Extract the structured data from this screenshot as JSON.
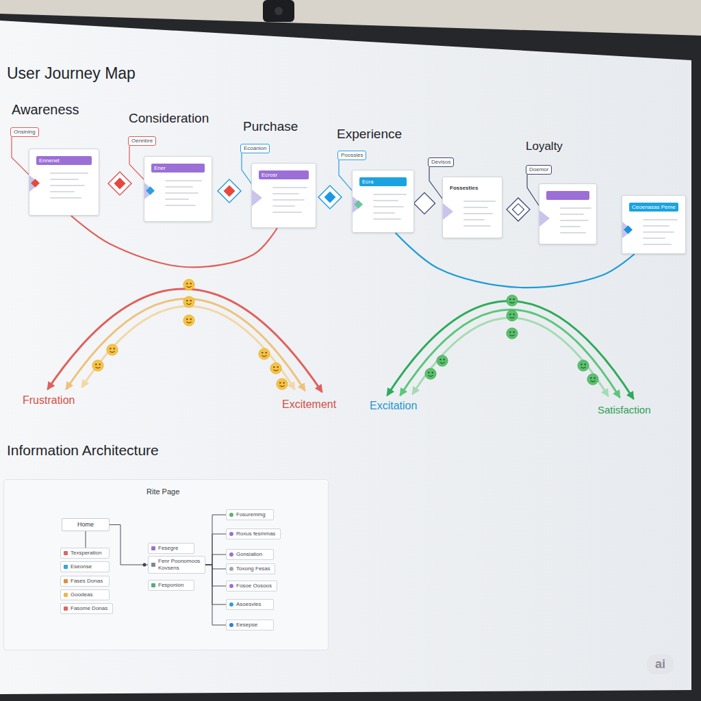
{
  "diagram": {
    "title": "User Journey Map",
    "nodes": [
      {
        "text": [
          "Onsining",
          "Ennenet"
        ]
      },
      {
        "text": [
          "Oennbre",
          "Ener"
        ]
      },
      {
        "text": [
          "Ecoanion",
          "Ecrosr"
        ]
      },
      {
        "text": [
          "Poossies",
          "Ecra"
        ]
      },
      {
        "text": [
          "Devisos",
          "Fossesties"
        ]
      },
      {
        "text": [
          "Doemor"
        ]
      },
      {
        "text": [
          "Ceoenasas Peme"
        ]
      },
      {
        "text": [
          "Rite Page"
        ]
      },
      {
        "text": [
          "Home"
        ],
        "in": 7
      },
      {
        "text": [
          "Texsperation"
        ],
        "in": 7
      },
      {
        "text": [
          "Eseonse"
        ],
        "in": 7
      },
      {
        "text": [
          "Fases Donas"
        ],
        "in": 7
      },
      {
        "text": [
          "Goodeas"
        ],
        "in": 7
      },
      {
        "text": [
          "Fasome Donas"
        ],
        "in": 7
      },
      {
        "text": [
          "Fesegre"
        ],
        "in": 7
      },
      {
        "text": [
          "Fenr Poonomoos",
          "Kovsens"
        ],
        "in": 7
      },
      {
        "text": [
          "Fesponion"
        ],
        "in": 7
      },
      {
        "text": [
          "Fosuremmg"
        ],
        "in": 7
      },
      {
        "text": [
          "Roxus fesmmas"
        ],
        "in": 7
      },
      {
        "text": [
          "Gonsiation"
        ],
        "in": 7
      },
      {
        "text": [
          "Toxong Fesas"
        ],
        "in": 7
      },
      {
        "text": [
          "Fosoe Oosoos"
        ],
        "in": 7
      },
      {
        "text": [
          "Asoesvles"
        ],
        "in": 7
      },
      {
        "text": [
          "Eesepse"
        ],
        "in": 7
      }
    ],
    "edges": [
      {
        "from": 0,
        "to": 2,
        "arrow": "none"
      },
      {
        "from": 3,
        "to": 6,
        "arrow": "none"
      },
      {
        "from": 8,
        "to": 9,
        "arrow": "none"
      },
      {
        "from": 8,
        "to": 15,
        "arrow": "none"
      },
      {
        "from": 15,
        "to": 17,
        "arrow": "none"
      },
      {
        "from": 15,
        "to": 18,
        "arrow": "none"
      },
      {
        "from": 15,
        "to": 19,
        "arrow": "none"
      },
      {
        "from": 15,
        "to": 20,
        "arrow": "none"
      },
      {
        "from": 15,
        "to": 21,
        "arrow": "none"
      },
      {
        "from": 15,
        "to": 22,
        "arrow": "none"
      },
      {
        "from": 15,
        "to": 23,
        "arrow": "none"
      }
    ],
    "labels": [
      "Awareness",
      "Consideration",
      "Purchase",
      "Experience",
      "Loyalty",
      "Frustration",
      "Excitement",
      "Excitation",
      "Satisfaction",
      "Information Architecture",
      "ai"
    ]
  }
}
